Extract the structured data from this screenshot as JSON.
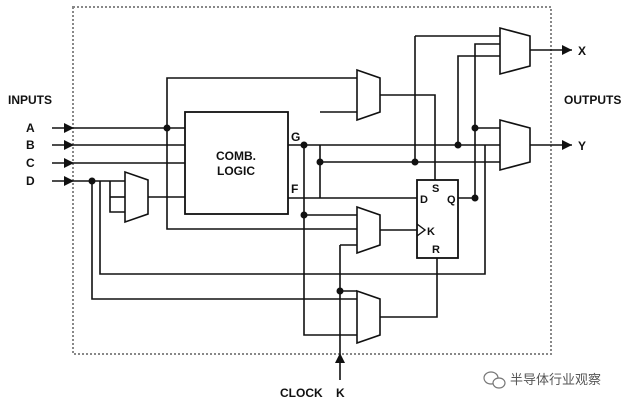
{
  "labels": {
    "inputs": "INPUTS",
    "outputs": "OUTPUTS",
    "input_a": "A",
    "input_b": "B",
    "input_c": "C",
    "input_d": "D",
    "output_x": "X",
    "output_y": "Y",
    "comb_line1": "COMB.",
    "comb_line2": "LOGIC",
    "sig_g": "G",
    "sig_f": "F",
    "ff_s": "S",
    "ff_d": "D",
    "ff_q": "Q",
    "ff_k": "K",
    "ff_r": "R",
    "clock": "CLOCK",
    "clock_k": "K"
  },
  "watermark": {
    "text": "半导体行业观察",
    "icon": "wechat-icon"
  },
  "colors": {
    "line": "#111111",
    "border": "#888888",
    "background": "#ffffff"
  }
}
